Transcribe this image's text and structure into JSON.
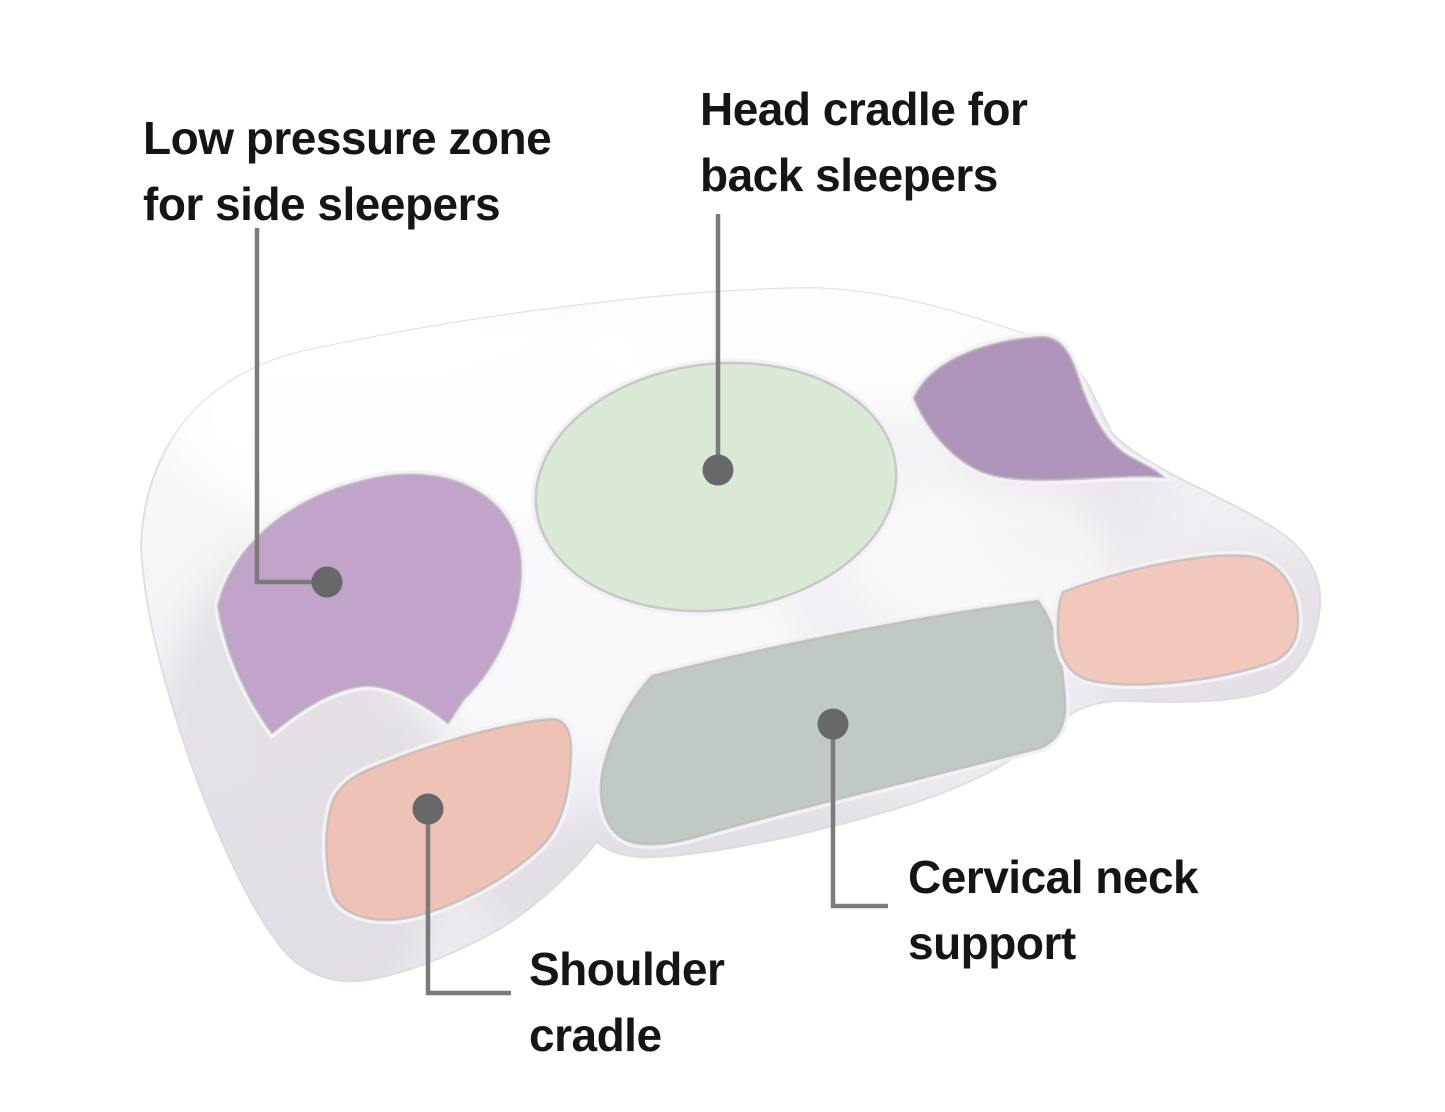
{
  "figure": {
    "type": "annotated-product-diagram",
    "subject": "contour memory-foam pillow with labeled comfort zones",
    "background": "#ffffff"
  },
  "labels": {
    "side": {
      "lines": [
        "Low pressure zone",
        "for side sleepers"
      ]
    },
    "head": {
      "lines": [
        "Head cradle for",
        "back sleepers"
      ]
    },
    "neck": {
      "lines": [
        "Cervical neck",
        "support"
      ]
    },
    "shoulder": {
      "lines": [
        "Shoulder",
        "cradle"
      ]
    }
  },
  "zones": [
    {
      "id": "side-left",
      "label": "Low pressure zone for side sleepers"
    },
    {
      "id": "side-right",
      "label": "Low pressure zone for side sleepers"
    },
    {
      "id": "head-cradle",
      "label": "Head cradle for back sleepers"
    },
    {
      "id": "shoulder-left",
      "label": "Shoulder cradle"
    },
    {
      "id": "shoulder-right",
      "label": "Shoulder cradle"
    },
    {
      "id": "neck-support",
      "label": "Cervical neck support"
    }
  ],
  "colors": {
    "text": "#151515",
    "leader": "#7b7b7b",
    "dot": "#686868",
    "zone_side_left": "#c2a4ca",
    "zone_side_right": "#b093ba",
    "zone_head": "#d9e9d5",
    "zone_shoulder_left": "#eec2b5",
    "zone_shoulder_right": "#f2c8bc",
    "zone_neck": "#c1c9c7"
  }
}
